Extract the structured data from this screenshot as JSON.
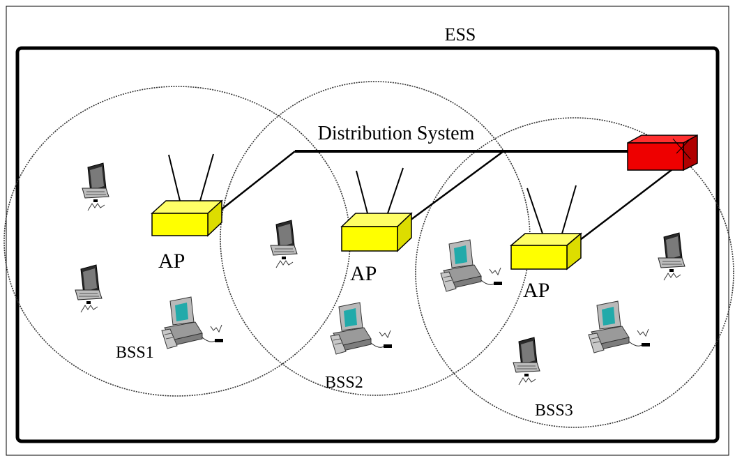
{
  "diagram": {
    "outer_label": "ESS",
    "distribution_label": "Distribution System",
    "ap_labels": [
      "AP",
      "AP",
      "AP"
    ],
    "bss_labels": [
      "BSS1",
      "BSS2",
      "BSS3"
    ]
  },
  "colors": {
    "ap_fill": "#ffff00",
    "switch_fill": "#ee0000",
    "border": "#000000",
    "monitor_screen": "#22aaaa"
  },
  "icons": {
    "access_point": "wireless-access-point-icon",
    "switch": "network-switch-icon",
    "laptop": "laptop-icon",
    "desktop": "desktop-computer-icon"
  }
}
